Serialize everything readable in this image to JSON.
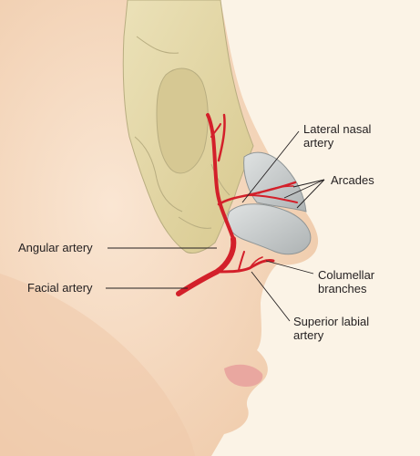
{
  "labels": {
    "lateral_nasal_artery": "Lateral nasal\nartery",
    "arcades": "Arcades",
    "angular_artery": "Angular artery",
    "columellar_branches": "Columellar\nbranches",
    "facial_artery": "Facial artery",
    "superior_labial_artery": "Superior labial\nartery"
  },
  "colors": {
    "background": "#fbf3e6",
    "skin": "#f6dcc4",
    "skin_shadow": "#eec8aa",
    "bone": "#e3d7a8",
    "bone_outline": "#b8ad80",
    "cartilage": "#c5c9c9",
    "artery": "#d3202a",
    "lip": "#e9a7a0",
    "leader_line": "#231f20"
  }
}
